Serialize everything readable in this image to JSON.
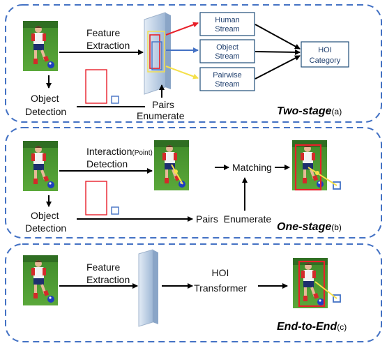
{
  "panel_a": {
    "feature_extraction_1": "Feature",
    "feature_extraction_2": "Extraction",
    "object_detection_1": "Object",
    "object_detection_2": "Detection",
    "pairs_1": "Pairs",
    "pairs_2": "Enumerate",
    "human_stream_1": "Human",
    "human_stream_2": "Stream",
    "object_stream_1": "Object",
    "object_stream_2": "Stream",
    "pairwise_stream_1": "Pairwise",
    "pairwise_stream_2": "Stream",
    "hoi_category_1": "HOI",
    "hoi_category_2": "Category",
    "stage_title": "Two-stage",
    "stage_sub": "(a)"
  },
  "panel_b": {
    "interaction_1": "Interaction",
    "interaction_point": "(Point)",
    "interaction_2": "Detection",
    "matching": "Matching",
    "object_detection_1": "Object",
    "object_detection_2": "Detection",
    "pairs_enumerate": "Pairs  Enumerate",
    "stage_title": "One-stage",
    "stage_sub": "(b)"
  },
  "panel_c": {
    "feature_extraction_1": "Feature",
    "feature_extraction_2": "Extraction",
    "hoi_transformer_1": "HOI",
    "hoi_transformer_2": "Transformer",
    "stage_title": "End-to-End",
    "stage_sub": "(c)"
  },
  "colors": {
    "panel_border": "#4472c4",
    "box_border": "#1f4e79",
    "red": "#e8202a",
    "blue": "#4472c4",
    "yellow": "#f5e04a"
  }
}
